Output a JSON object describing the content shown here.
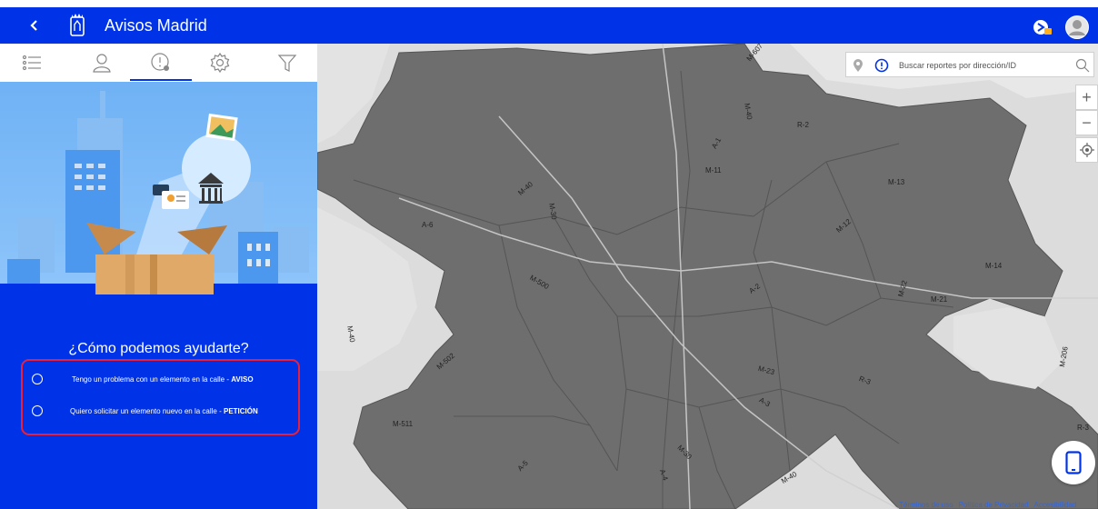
{
  "header": {
    "title": "Avisos Madrid",
    "back_icon": "chevron-left-icon",
    "logo_icon": "madrid-crest-icon",
    "right_icons": [
      "report-sync-icon",
      "user-avatar-icon"
    ]
  },
  "sidebar": {
    "tabs": [
      {
        "name": "list",
        "icon": "list-icon"
      },
      {
        "name": "user",
        "icon": "user-icon"
      },
      {
        "name": "report",
        "icon": "alert-icon",
        "active": true
      },
      {
        "name": "settings",
        "icon": "gear-icon"
      },
      {
        "name": "filter",
        "icon": "filter-icon"
      }
    ],
    "help_title": "¿Cómo podemos ayudarte?",
    "options": [
      {
        "text": "Tengo un problema con un elemento en la calle - ",
        "strong": "AVISO"
      },
      {
        "text": "Quiero solicitar un elemento nuevo en la calle - ",
        "strong": "PETICIÓN"
      }
    ]
  },
  "map": {
    "search_placeholder": "Buscar reportes por dirección/ID",
    "controls": [
      "+",
      "−"
    ],
    "road_labels": [
      "M-607",
      "M-40",
      "R-2",
      "A-1",
      "M-11",
      "M-13",
      "M-12",
      "M-40",
      "M-30",
      "A-6",
      "M-500",
      "A-2",
      "M-14",
      "M-21",
      "M-22",
      "M-40",
      "M-502",
      "M-23",
      "R-3",
      "A-3",
      "M-511",
      "M-30",
      "A-5",
      "A-4",
      "M-40",
      "M-206",
      "R-3"
    ],
    "footer_links": [
      "Términos de uso",
      "Política de Privacidad",
      "Accesibilidad"
    ]
  },
  "colors": {
    "brand_blue": "#0033e8",
    "highlight_red": "#e8203c",
    "map_district": "#6e6e6e"
  }
}
